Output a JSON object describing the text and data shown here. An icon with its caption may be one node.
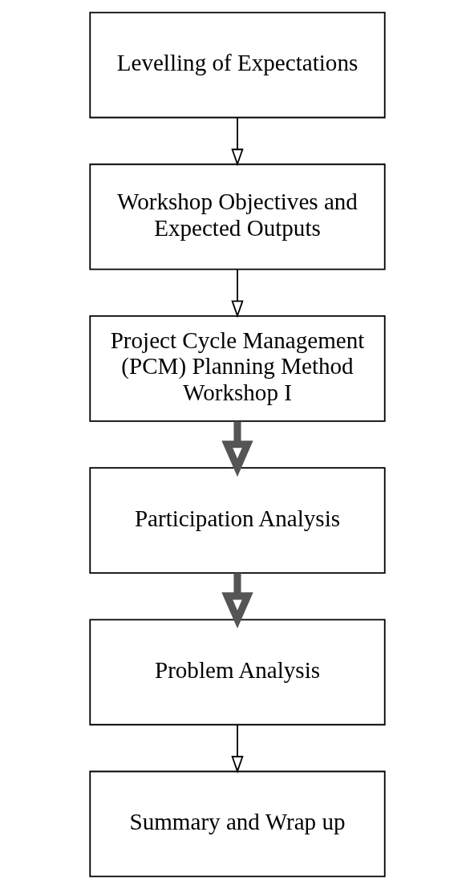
{
  "diagram": {
    "nodes": [
      {
        "text": [
          "Levelling of Expectations"
        ]
      },
      {
        "text": [
          "Workshop Objectives and Expected Outputs"
        ]
      },
      {
        "text": [
          "Project Cycle Management (PCM) Planning Method Workshop I"
        ]
      },
      {
        "text": [
          "Participation Analysis"
        ]
      },
      {
        "text": [
          "Problem Analysis"
        ]
      },
      {
        "text": [
          "Summary and Wrap up"
        ]
      }
    ],
    "edges": [
      {
        "from": 0,
        "to": 1,
        "arrow": "to"
      },
      {
        "from": 1,
        "to": 2,
        "arrow": "to"
      },
      {
        "from": 2,
        "to": 3,
        "arrow": "to",
        "style": "thick"
      },
      {
        "from": 3,
        "to": 4,
        "arrow": "to",
        "style": "thick"
      },
      {
        "from": 4,
        "to": 5,
        "arrow": "to"
      }
    ]
  }
}
